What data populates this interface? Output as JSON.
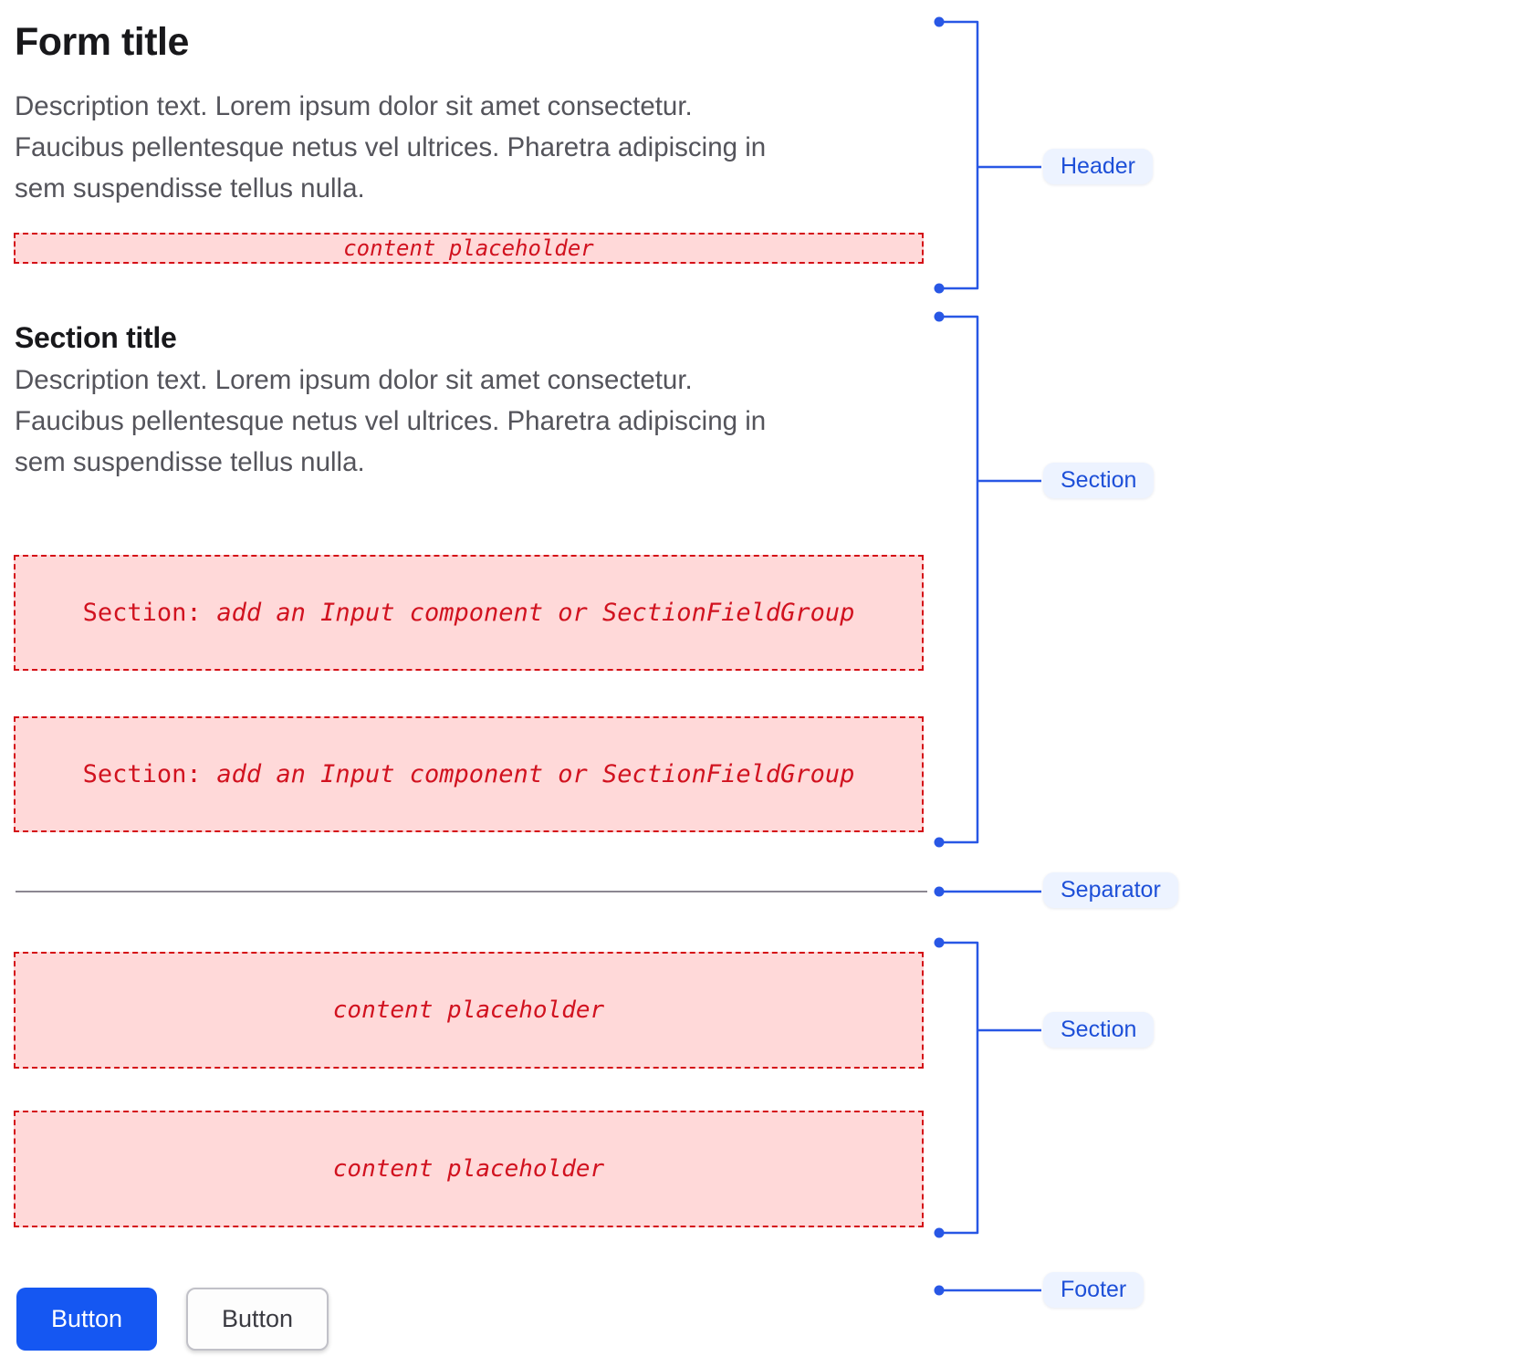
{
  "colors": {
    "accent_blue": "#2857e5",
    "pill_bg": "#edf3ff",
    "pill_text": "#1d4fd8",
    "placeholder_bg": "#ffd9d9",
    "placeholder_red": "#d1121f",
    "primary_button_bg": "#1557f2",
    "separator_gray": "#8b8791"
  },
  "header": {
    "title": "Form title",
    "description_lines": [
      "Description text. Lorem ipsum dolor sit amet consectetur.",
      "Faucibus pellentesque netus vel ultrices. Pharetra adipiscing in",
      "sem suspendisse tellus nulla."
    ],
    "placeholder": "content placeholder"
  },
  "section1": {
    "title": "Section title",
    "description_lines": [
      "Description text. Lorem ipsum dolor sit amet consectetur.",
      "Faucibus pellentesque netus vel ultrices. Pharetra adipiscing in",
      "sem suspendisse tellus nulla."
    ],
    "boxes": [
      {
        "prefix": "Section:",
        "message": "add an Input component or SectionFieldGroup"
      },
      {
        "prefix": "Section:",
        "message": "add an Input component or SectionFieldGroup"
      }
    ]
  },
  "section2": {
    "boxes": [
      {
        "placeholder": "content placeholder"
      },
      {
        "placeholder": "content placeholder"
      }
    ]
  },
  "footer": {
    "primary_button": "Button",
    "secondary_button": "Button"
  },
  "annotations": {
    "header_label": "Header",
    "section1_label": "Section",
    "separator_label": "Separator",
    "section2_label": "Section",
    "footer_label": "Footer"
  }
}
